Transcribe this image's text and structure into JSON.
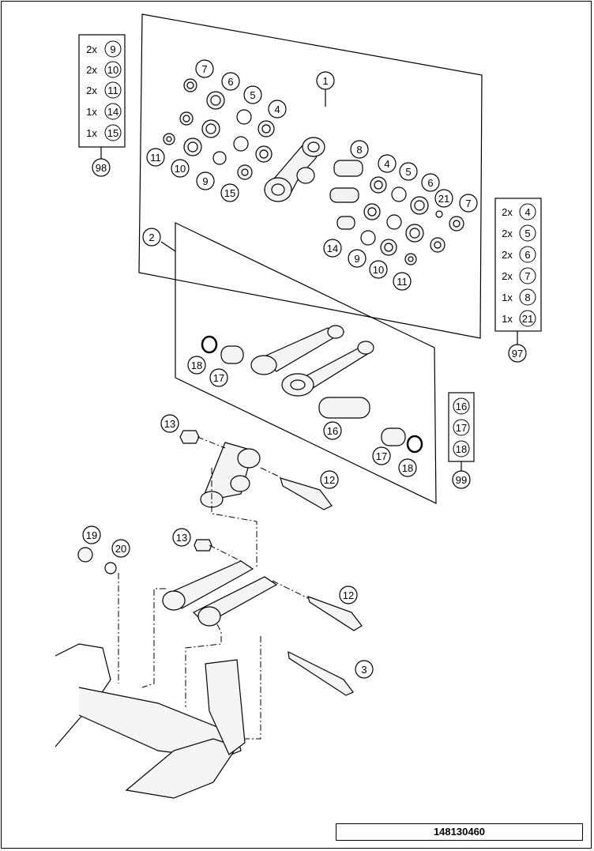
{
  "callouts": [
    "1",
    "2",
    "3",
    "4",
    "5",
    "6",
    "7",
    "8",
    "9",
    "10",
    "11",
    "12",
    "13",
    "14",
    "15",
    "16",
    "17",
    "18",
    "19",
    "20",
    "21",
    "4",
    "5",
    "6",
    "7",
    "9",
    "10",
    "11",
    "14",
    "15",
    "12",
    "13",
    "16",
    "17",
    "18"
  ],
  "kits": {
    "kit_98": {
      "label": "98",
      "rows": [
        {
          "qty": "2x",
          "part": "9"
        },
        {
          "qty": "2x",
          "part": "10"
        },
        {
          "qty": "2x",
          "part": "11"
        },
        {
          "qty": "1x",
          "part": "14"
        },
        {
          "qty": "1x",
          "part": "15"
        }
      ]
    },
    "kit_97": {
      "label": "97",
      "rows": [
        {
          "qty": "2x",
          "part": "4"
        },
        {
          "qty": "2x",
          "part": "5"
        },
        {
          "qty": "2x",
          "part": "6"
        },
        {
          "qty": "2x",
          "part": "7"
        },
        {
          "qty": "1x",
          "part": "8"
        },
        {
          "qty": "1x",
          "part": "21"
        }
      ]
    },
    "kit_99": {
      "label": "99",
      "rows": [
        {
          "qty": "",
          "part": "16"
        },
        {
          "qty": "",
          "part": "17"
        },
        {
          "qty": "",
          "part": "18"
        }
      ]
    }
  },
  "drawing_number": "148130460"
}
